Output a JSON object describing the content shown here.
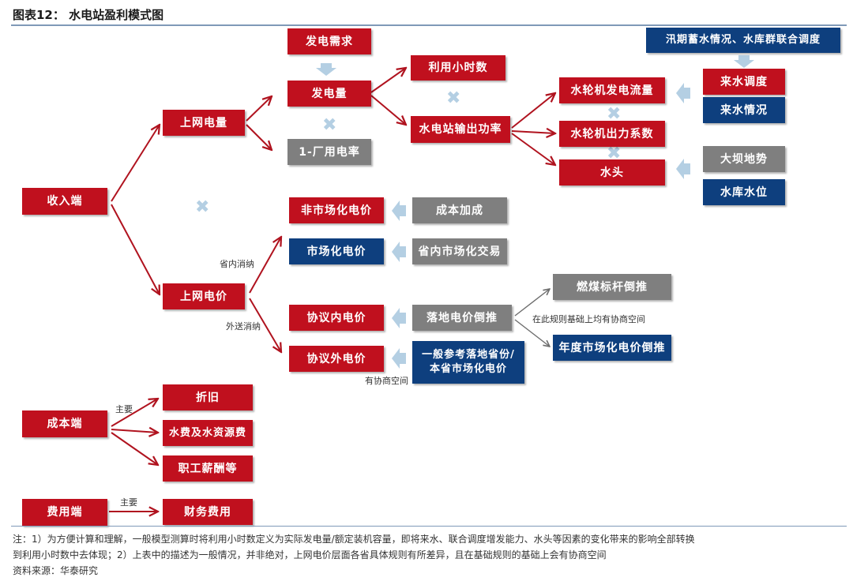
{
  "title": "图表12： 水电站盈利模式图",
  "boxes": {
    "revenue": "收入端",
    "grid_energy": "上网电量",
    "grid_price": "上网电价",
    "demand": "发电需求",
    "generation": "发电量",
    "self_use": "1-厂用电率",
    "utilization_hours": "利用小时数",
    "station_power": "水电站输出功率",
    "turbine_flow": "水轮机发电流量",
    "turbine_coef": "水轮机出力系数",
    "head": "水头",
    "flood_storage": "汛期蓄水情况、水库群联合调度",
    "inflow_dispatch": "来水调度",
    "inflow": "来水情况",
    "dam_terrain": "大坝地势",
    "reservoir_level": "水库水位",
    "non_market_price": "非市场化电价",
    "cost_plus": "成本加成",
    "market_price": "市场化电价",
    "provincial_trade": "省内市场化交易",
    "agreed_in_price": "协议内电价",
    "landing_backcalc": "落地电价倒推",
    "coal_benchmark": "燃煤标杆倒推",
    "annual_market_backcalc": "年度市场化电价倒推",
    "agreed_out_price": "协议外电价",
    "reference_line1": "一般参考落地省份/",
    "reference_line2": "本省市场化电价",
    "cost": "成本端",
    "depreciation": "折旧",
    "water_fee": "水费及水资源费",
    "salary": "职工薪酬等",
    "expense": "费用端",
    "finance_cost": "财务费用"
  },
  "notes": {
    "in_province": "省内消纳",
    "out_province": "外送消纳",
    "negotiation_basis": "在此规则基础上均有协商空间",
    "negotiation": "有协商空间",
    "main_cost": "主要",
    "main_expense": "主要"
  },
  "footer": {
    "note_line1": "注：1）为方便计算和理解，一般模型测算时将利用小时数定义为实际发电量/额定装机容量，即将来水、联合调度增发能力、水头等因素的变化带来的影响全部转换",
    "note_line2": "到利用小时数中去体现；2）上表中的描述为一般情况，并非绝对，上网电价层面各省具体规则有所差异，且在基础规则的基础上会有协商空间",
    "source": "资料来源：华泰研究"
  },
  "colors": {
    "red": "#c0101e",
    "gray": "#7f7f7f",
    "navy": "#0e3f7e",
    "arrow_red": "#b0131f",
    "arrow_gray": "#6d6d6d",
    "arrow_light": "#b4cfe3",
    "rule": "#7f99b8"
  }
}
